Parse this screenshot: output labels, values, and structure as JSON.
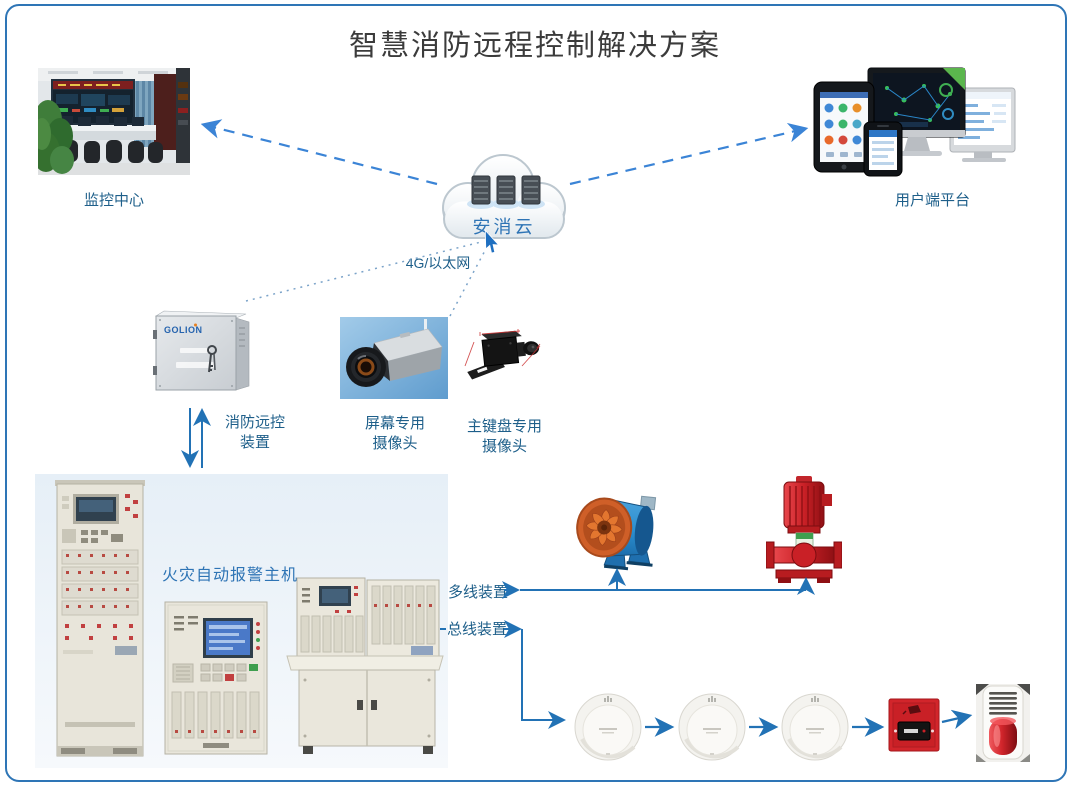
{
  "title": "智慧消防远程控制解决方案",
  "colors": {
    "accent_blue": "#2e75b6",
    "label_blue": "#1e5f8a",
    "line_blue": "#2272b5",
    "dash_blue": "#3b84d6",
    "dot_blue": "#7ba3c9",
    "pump_red": "#c92026",
    "fan_orange": "#cf5f28",
    "fan_blue": "#2b8fd0"
  },
  "cloud": {
    "label": "安消云",
    "icon": "cloud-with-servers"
  },
  "monitoring_center": {
    "label": "监控中心"
  },
  "user_platform": {
    "label": "用户端平台"
  },
  "network": {
    "label": "4G/以太网"
  },
  "remote_control": {
    "line1": "消防远控",
    "line2": "装置",
    "brand": "GOLION"
  },
  "screen_camera": {
    "line1": "屏幕专用",
    "line2": "摄像头"
  },
  "keyboard_camera": {
    "line1": "主键盘专用",
    "line2": "摄像头"
  },
  "fire_alarm_host": {
    "label": "火灾自动报警主机"
  },
  "multi_line_device": {
    "label": "多线装置"
  },
  "bus_device": {
    "label": "总线装置"
  }
}
